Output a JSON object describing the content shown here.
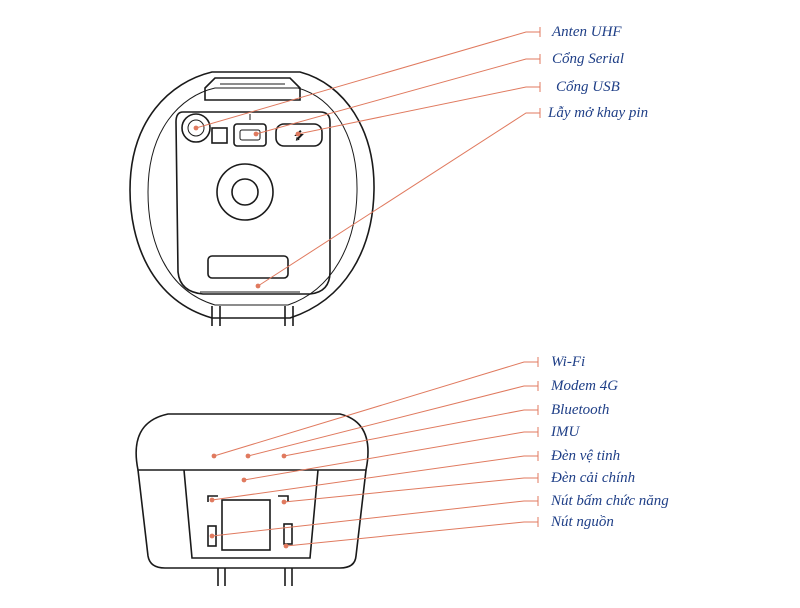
{
  "colors": {
    "leader": "#e07a5f",
    "label": "#1f3f87",
    "outline": "#1a1a1a"
  },
  "top_view": {
    "labels": [
      {
        "id": "anten-uhf",
        "text": "Anten UHF"
      },
      {
        "id": "cong-serial",
        "text": "Cổng Serial"
      },
      {
        "id": "cong-usb",
        "text": "Cổng USB"
      },
      {
        "id": "lay-mo-khay-pin",
        "text": "Lẫy mở khay pin"
      }
    ]
  },
  "side_view": {
    "labels": [
      {
        "id": "wifi",
        "text": "Wi-Fi"
      },
      {
        "id": "modem-4g",
        "text": "Modem 4G"
      },
      {
        "id": "bluetooth",
        "text": "Bluetooth"
      },
      {
        "id": "imu",
        "text": "IMU"
      },
      {
        "id": "den-ve-tinh",
        "text": "Đèn vệ tinh"
      },
      {
        "id": "den-cai-chinh",
        "text": "Đèn cải chính"
      },
      {
        "id": "nut-bam-chuc-nang",
        "text": "Nút bấm chức năng"
      },
      {
        "id": "nut-nguon",
        "text": "Nút nguồn"
      }
    ]
  }
}
